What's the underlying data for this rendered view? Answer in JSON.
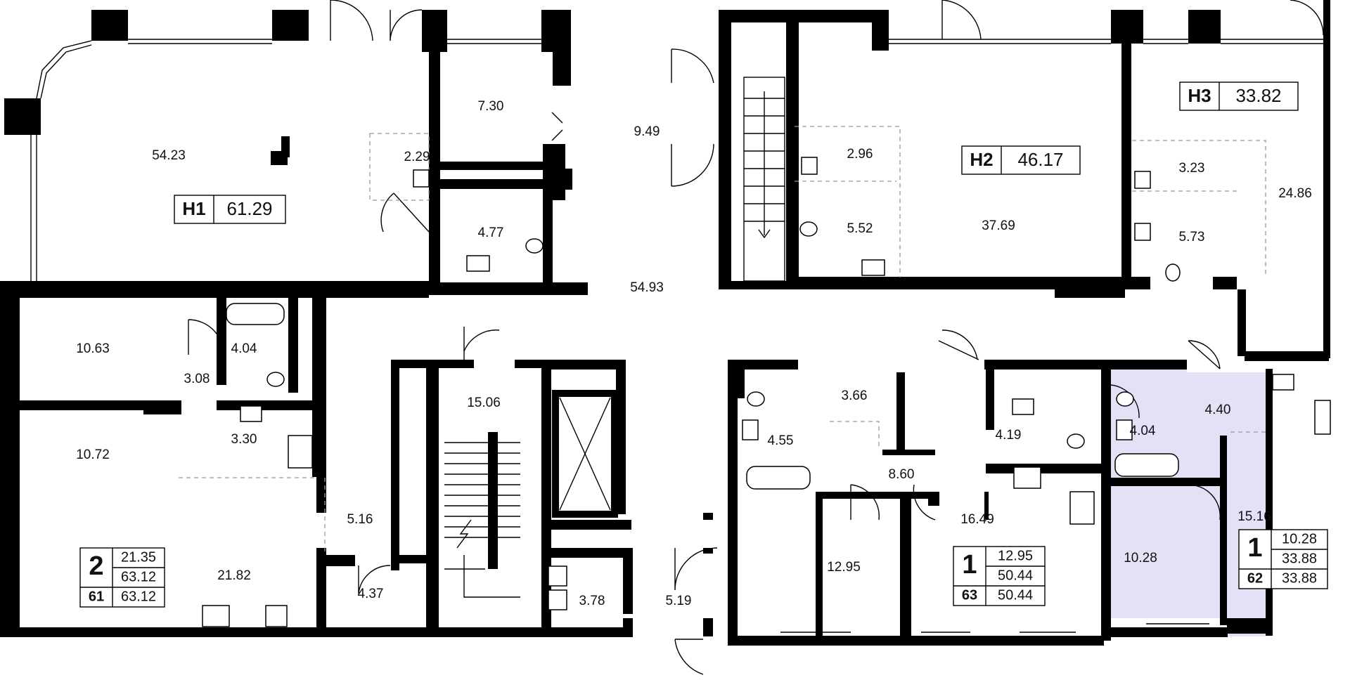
{
  "colors": {
    "walls": "#000000",
    "highlight_unit": "#E4E1F7",
    "background": "#FFFFFF"
  },
  "rooms": {
    "r1": "54.23",
    "r2": "2.29",
    "r3": "7.30",
    "r4": "4.77",
    "r5": "9.49",
    "r6": "54.93",
    "r7": "2.96",
    "r8": "5.52",
    "r9": "37.69",
    "r10": "3.23",
    "r11": "5.73",
    "r12": "24.86",
    "r13": "10.63",
    "r14": "4.04",
    "r15": "3.08",
    "r16": "3.30",
    "r17": "10.72",
    "r18": "21.82",
    "r19": "5.16",
    "r20": "4.37",
    "r21": "15.06",
    "r22": "3.78",
    "r23": "5.19",
    "r24": "3.66",
    "r25": "4.55",
    "r26": "8.60",
    "r27": "4.19",
    "r28": "12.95",
    "r29": "16.49",
    "r30": "4.04",
    "r31": "4.40",
    "r32": "10.28",
    "r33": "15.16"
  },
  "commercial": {
    "n1": {
      "code": "Н1",
      "area": "61.29"
    },
    "n2": {
      "code": "Н2",
      "area": "46.17"
    },
    "n3": {
      "code": "Н3",
      "area": "33.82"
    }
  },
  "apartments": {
    "a61": {
      "rooms": "2",
      "living": "21.35",
      "total": "63.12",
      "number": "61",
      "total2": "63.12"
    },
    "a63": {
      "rooms": "1",
      "living": "12.95",
      "total": "50.44",
      "number": "63",
      "total2": "50.44"
    },
    "a62": {
      "rooms": "1",
      "living": "10.28",
      "total": "33.88",
      "number": "62",
      "total2": "33.88"
    }
  }
}
